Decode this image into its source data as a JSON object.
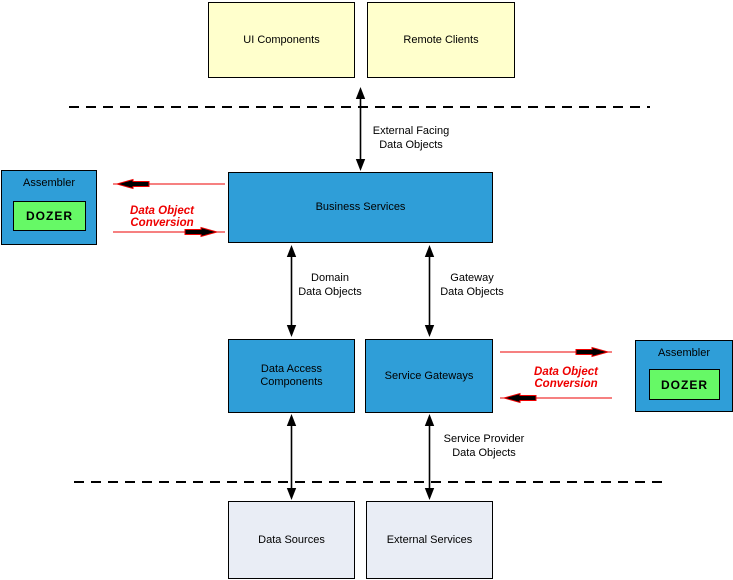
{
  "diagram": {
    "nodes": {
      "ui_components": {
        "label": "UI Components"
      },
      "remote_clients": {
        "label": "Remote Clients"
      },
      "business_services": {
        "label": "Business Services"
      },
      "assembler_left": {
        "label": "Assembler",
        "engine": "DOZER"
      },
      "data_access": {
        "label": "Data Access\nComponents"
      },
      "service_gateways": {
        "label": "Service Gateways"
      },
      "assembler_right": {
        "label": "Assembler",
        "engine": "DOZER"
      },
      "data_sources": {
        "label": "Data Sources"
      },
      "external_services": {
        "label": "External Services"
      }
    },
    "edge_labels": {
      "external_facing": "External Facing\nData Objects",
      "domain": "Domain\nData Objects",
      "gateway": "Gateway\nData Objects",
      "service_provider": "Service Provider\nData Objects",
      "conversion_left": "Data Object Conversion",
      "conversion_right": "Data Object Conversion"
    },
    "colors": {
      "tier_client": "#FFFFCC",
      "tier_service": "#2F9ED8",
      "tier_resource": "#E9EDF5",
      "engine": "#66F966",
      "conversion_accent": "#EE0000",
      "line": "#000000"
    }
  }
}
